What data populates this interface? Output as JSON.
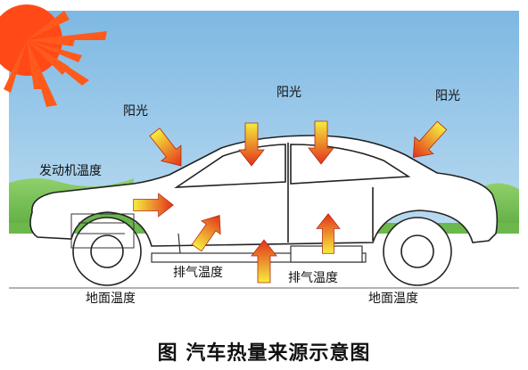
{
  "labels": {
    "sun_left": "阳光",
    "sun_center": "阳光",
    "sun_right": "阳光",
    "engine_temp": "发动机温度",
    "exhaust_left": "排气温度",
    "exhaust_right": "排气温度",
    "ground_left": "地面温度",
    "ground_right": "地面温度"
  },
  "caption": "图 汽车热量来源示意图",
  "colors": {
    "sky": "#8fc3e6",
    "grass": "#7cc25a",
    "road": "#ffffff",
    "sun": "#ff3b14",
    "car_body": "#ffffff",
    "outline": "#222222",
    "arrow_top": "#f2ea3a",
    "arrow_bottom": "#e8321c"
  }
}
